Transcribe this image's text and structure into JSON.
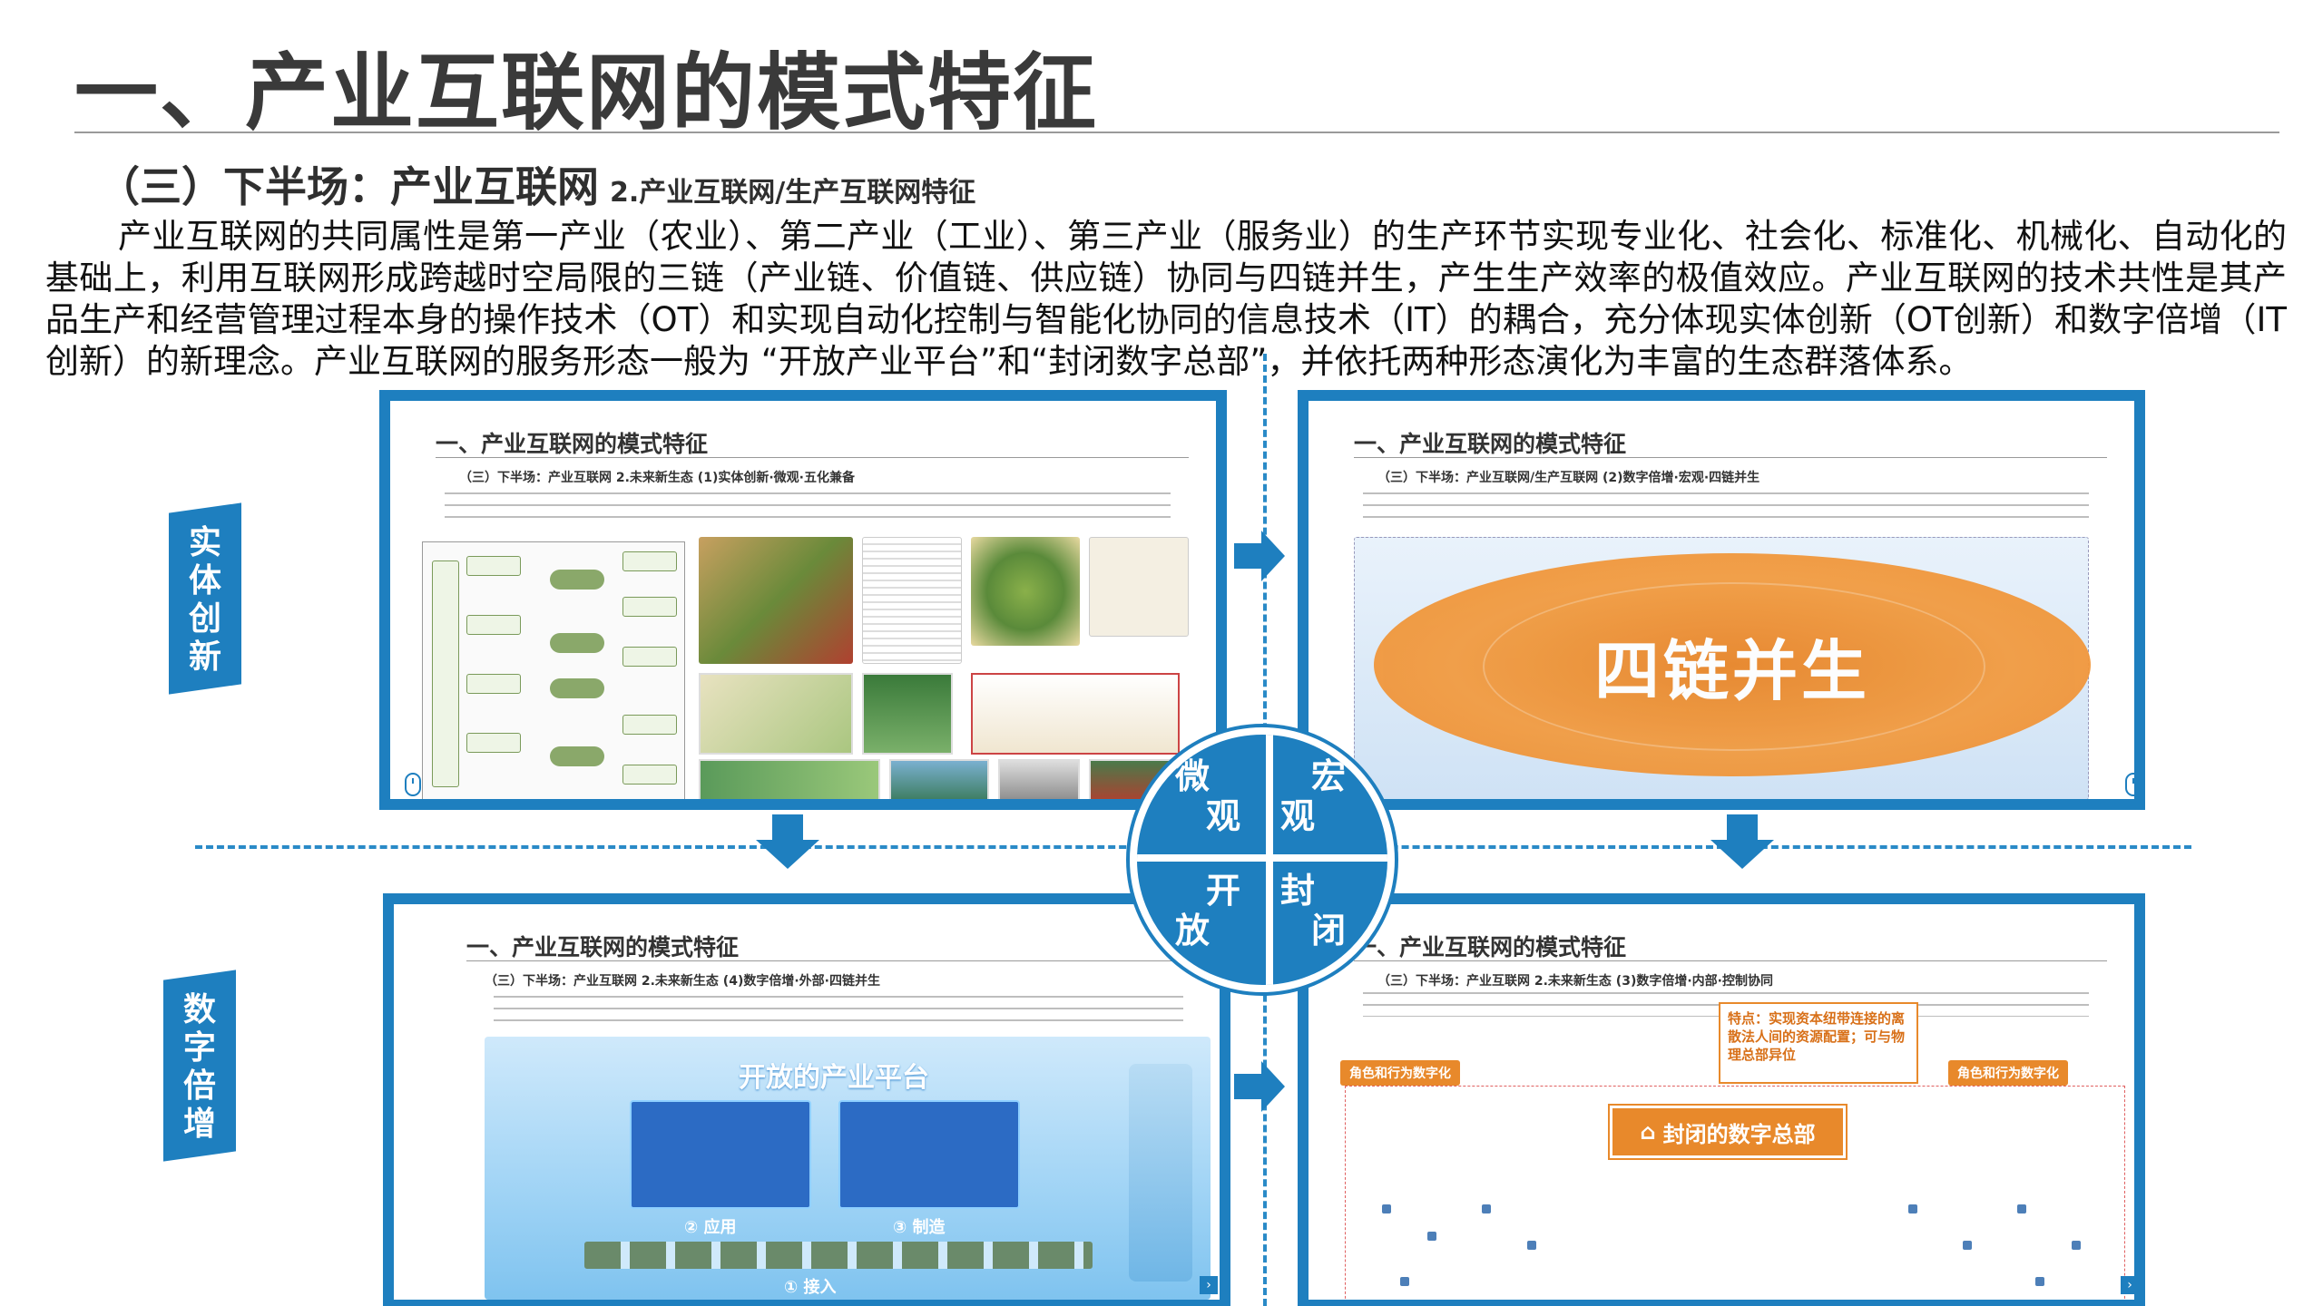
{
  "header": {
    "title": "一、产业互联网的模式特征",
    "subtitle_main": "（三）下半场：产业互联网",
    "subtitle_sub": "2.产业互联网/生产互联网特征"
  },
  "intro": {
    "paragraph": "产业互联网的共同属性是第一产业（农业）、第二产业（工业）、第三产业（服务业）的生产环节实现专业化、社会化、标准化、机械化、自动化的基础上，利用互联网形成跨越时空局限的三链（产业链、价值链、供应链）协同与四链并生，产生生产效率的极值效应。产业互联网的技术共性是其产品生产和经营管理过程本身的操作技术（OT）和实现自动化控制与智能化协同的信息技术（IT）的耦合，充分体现实体创新（OT创新）和数字倍增（IT创新）的新理念。产业互联网的服务形态一般为 “开放产业平台”和“封闭数字总部”，并依托两种形态演化为丰富的生态群落体系。"
  },
  "side_labels": {
    "top": [
      "实",
      "体",
      "创",
      "新"
    ],
    "bottom": [
      "数",
      "字",
      "倍",
      "增"
    ]
  },
  "center": {
    "tl": [
      "微",
      "观"
    ],
    "tr": [
      "宏",
      "观"
    ],
    "bl": [
      "开",
      "放"
    ],
    "br": [
      "封",
      "闭"
    ]
  },
  "panels": {
    "top_left": {
      "title": "一、产业互联网的模式特征",
      "sub": "（三）下半场：产业互联网 2.未来新生态 (1)实体创新·微观·五化兼备"
    },
    "top_right": {
      "title": "一、产业互联网的模式特征",
      "sub": "（三）下半场：产业互联网/生产互联网 (2)数字倍增·宏观·四链并生",
      "oval_label": "四链并生"
    },
    "bottom_left": {
      "title": "一、产业互联网的模式特征",
      "sub": "（三）下半场：产业互联网 2.未来新生态 (4)数字倍增·外部·四链并生",
      "platform_title": "开放的产业平台",
      "label_apply": "② 应用",
      "label_make": "③ 制造",
      "label_access": "① 接入"
    },
    "bottom_right": {
      "title": "一、产业互联网的模式特征",
      "sub": "（三）下半场：产业互联网 2.未来新生态 (3)数字倍增·内部·控制协同",
      "feature": "特点：实现资本纽带连接的离散法人间的资源配置；可与物理总部异位",
      "closed_label": "封闭的数字总部",
      "role_left": "角色和行为数字化",
      "role_right": "角色和行为数字化"
    }
  },
  "colors": {
    "accent_blue": "#1e7fbf",
    "accent_orange": "#e8892b"
  }
}
